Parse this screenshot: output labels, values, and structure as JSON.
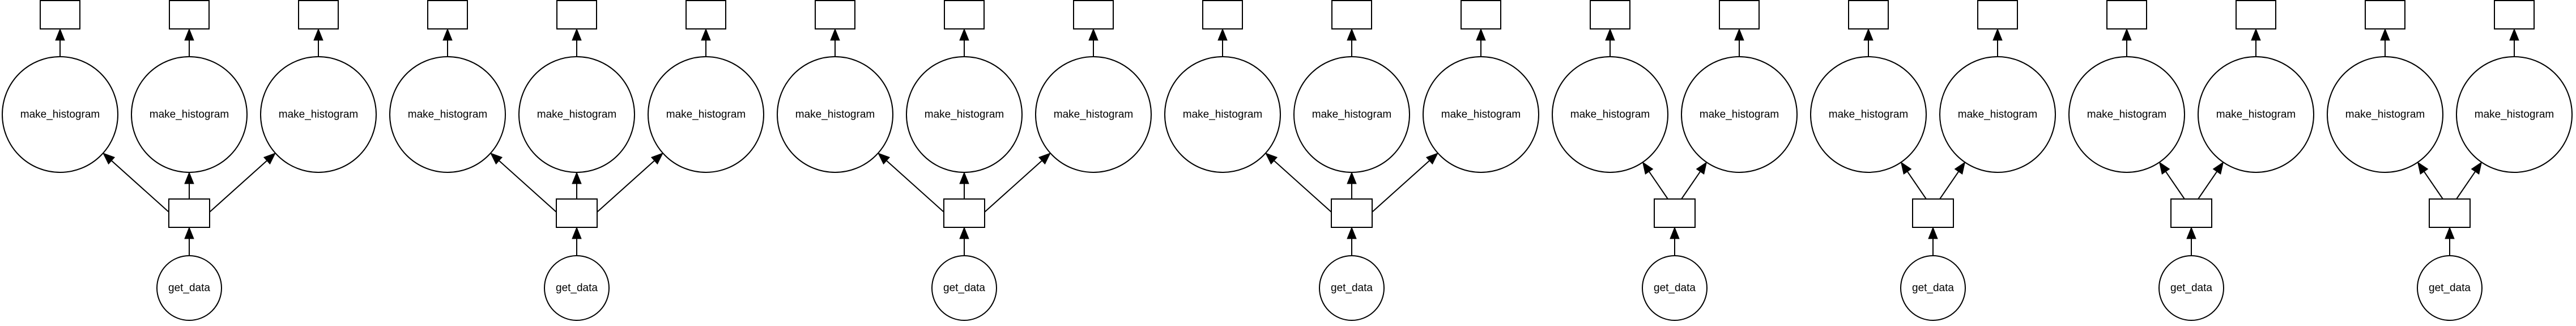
{
  "graph": {
    "components": [
      {
        "source": "get_data",
        "branches": [
          "make_histogram",
          "make_histogram",
          "make_histogram"
        ]
      },
      {
        "source": "get_data",
        "branches": [
          "make_histogram",
          "make_histogram",
          "make_histogram"
        ]
      },
      {
        "source": "get_data",
        "branches": [
          "make_histogram",
          "make_histogram",
          "make_histogram"
        ]
      },
      {
        "source": "get_data",
        "branches": [
          "make_histogram",
          "make_histogram",
          "make_histogram"
        ]
      },
      {
        "source": "get_data",
        "branches": [
          "make_histogram",
          "make_histogram"
        ]
      },
      {
        "source": "get_data",
        "branches": [
          "make_histogram",
          "make_histogram"
        ]
      },
      {
        "source": "get_data",
        "branches": [
          "make_histogram",
          "make_histogram"
        ]
      },
      {
        "source": "get_data",
        "branches": [
          "make_histogram",
          "make_histogram"
        ]
      }
    ],
    "colors": {
      "stroke": "#000000",
      "fill": "#ffffff",
      "background": "#ffffff"
    }
  }
}
